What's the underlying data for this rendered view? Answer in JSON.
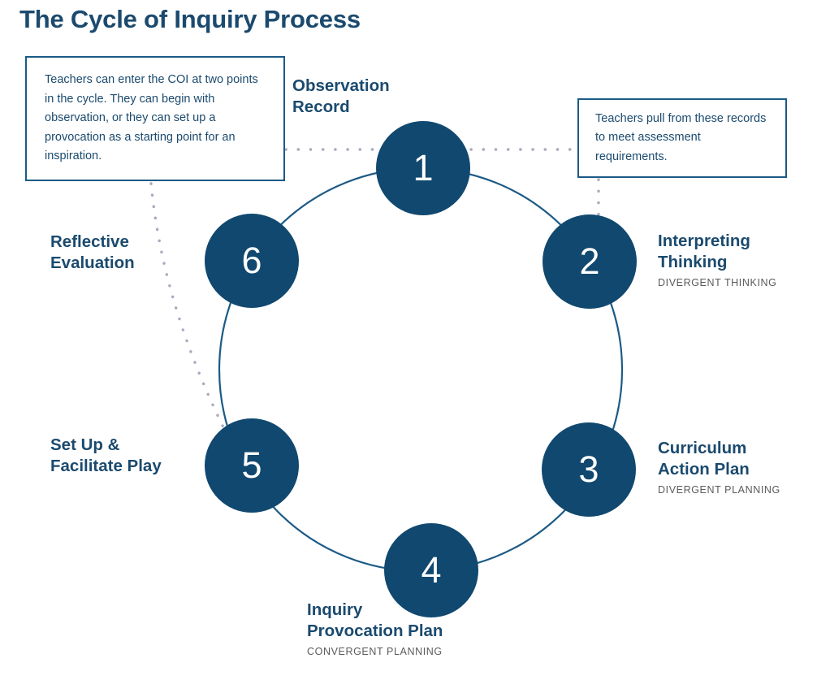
{
  "title": "The Cycle of Inquiry Process",
  "colors": {
    "navy_fill": "#10486f",
    "navy_text": "#1b4a6e",
    "box_border": "#1b5a86",
    "ring_stroke": "#1b5a86",
    "dotted_connector": "#a9a9bf",
    "subtitle_gray": "#5b5b5b",
    "background": "#ffffff"
  },
  "callouts": [
    {
      "id": "entry-points",
      "text": "Teachers can enter the COI at two points in the cycle. They can begin with observation, or they can set up a provocation as a starting point for an inspiration."
    },
    {
      "id": "assessment",
      "text": "Teachers pull from these records to meet assessment requirements."
    }
  ],
  "steps": [
    {
      "number": "1",
      "title": "Observation\nRecord",
      "subtitle": ""
    },
    {
      "number": "2",
      "title": "Interpreting\nThinking",
      "subtitle": "DIVERGENT THINKING"
    },
    {
      "number": "3",
      "title": "Curriculum\nAction Plan",
      "subtitle": "DIVERGENT PLANNING"
    },
    {
      "number": "4",
      "title": "Inquiry\nProvocation Plan",
      "subtitle": "CONVERGENT PLANNING"
    },
    {
      "number": "5",
      "title": "Set Up &\nFacilitate Play",
      "subtitle": ""
    },
    {
      "number": "6",
      "title": "Reflective\nEvaluation",
      "subtitle": ""
    }
  ]
}
